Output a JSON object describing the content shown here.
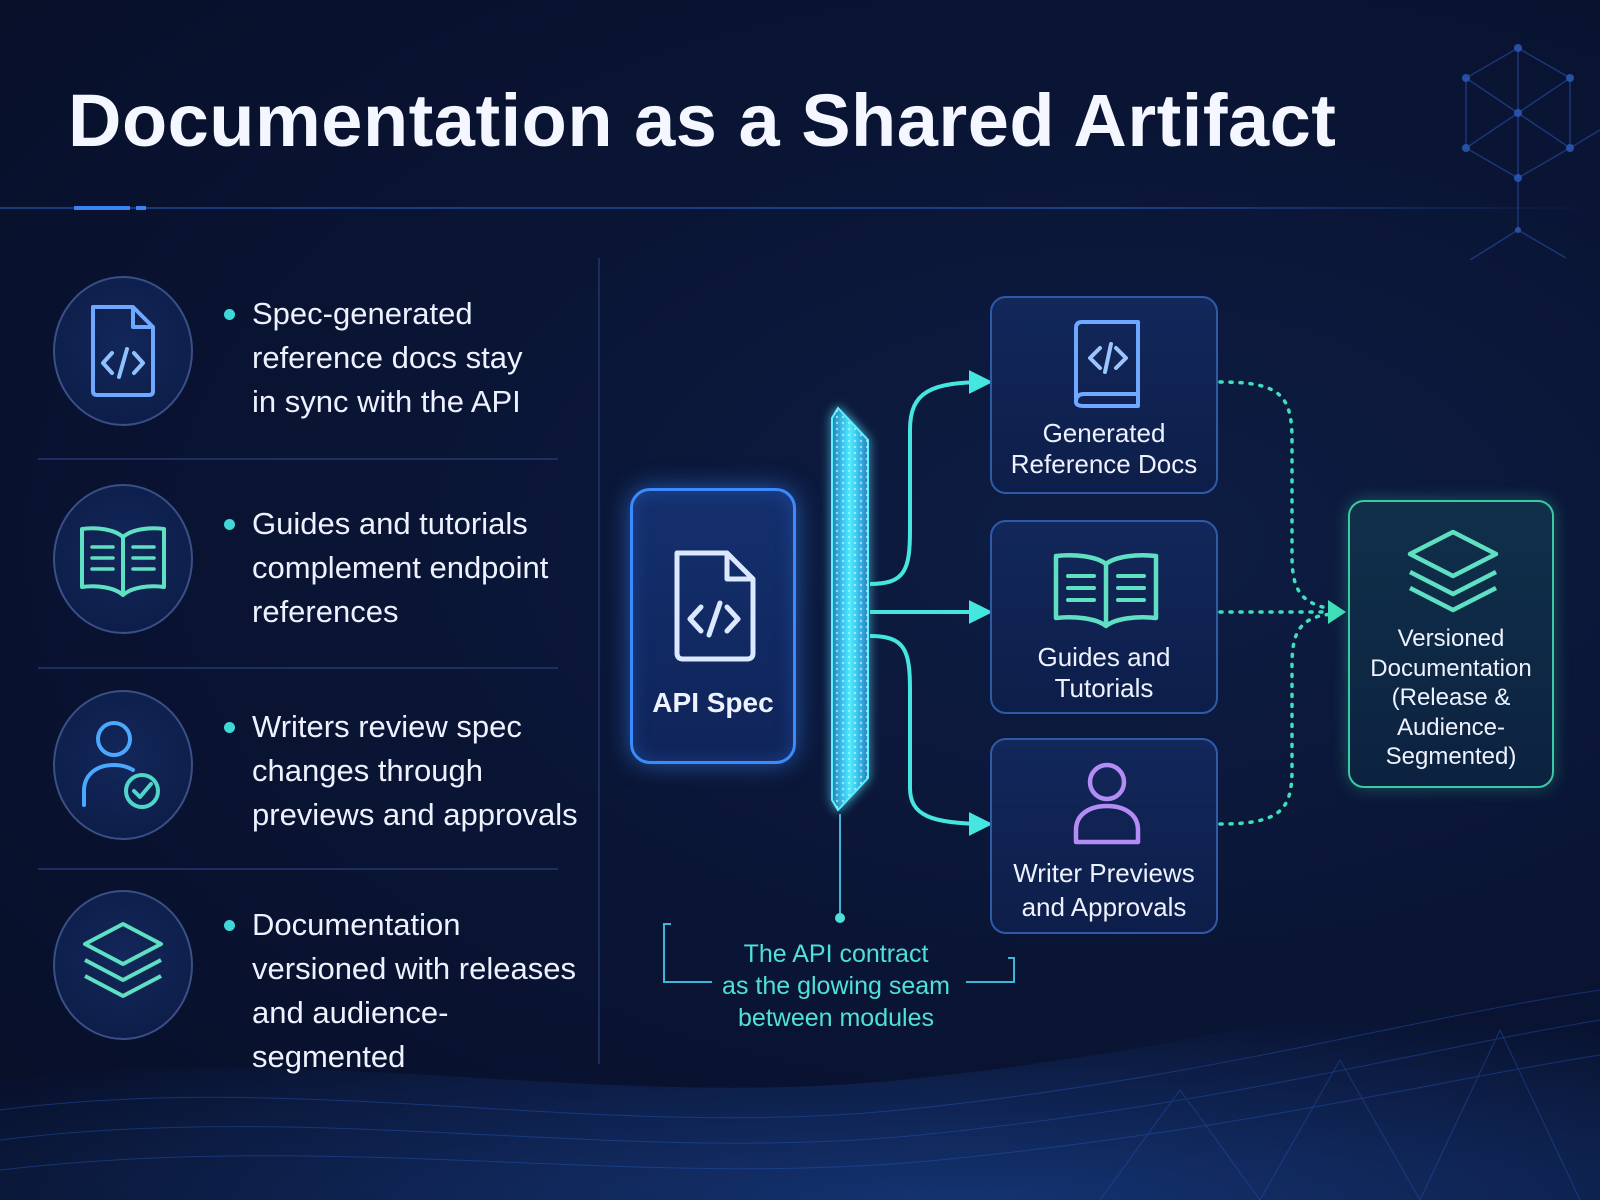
{
  "title": "Documentation as a Shared Artifact",
  "colors": {
    "background": "#0a1535",
    "accent_blue": "#3b82f6",
    "accent_cyan": "#3fd8d6",
    "accent_teal": "#3bc9a4",
    "accent_purple": "#a78bfa"
  },
  "bullets": [
    {
      "icon": "code-document-icon",
      "text": "Spec-generated\nreference docs stay\nin sync with the API"
    },
    {
      "icon": "open-book-icon",
      "text": "Guides and tutorials\ncomplement endpoint\nreferences"
    },
    {
      "icon": "user-check-icon",
      "text": "Writers review spec\nchanges through\npreviews and approvals"
    },
    {
      "icon": "layers-icon",
      "text": "Documentation\nversioned with releases\nand audience-segmented"
    }
  ],
  "diagram": {
    "source": {
      "label": "API Spec",
      "icon": "code-document-icon"
    },
    "seam_caption": "The API contract\nas the glowing seam\nbetween modules",
    "outputs": [
      {
        "label": "Generated\nReference Docs",
        "icon": "code-book-icon"
      },
      {
        "label": "Guides and\nTutorials",
        "icon": "open-book-icon"
      },
      {
        "label": "Writer Previews\nand Approvals",
        "icon": "user-icon"
      }
    ],
    "target": {
      "label": "Versioned\nDocumentation\n(Release &\nAudience-\nSegmented)",
      "icon": "layers-icon"
    }
  }
}
